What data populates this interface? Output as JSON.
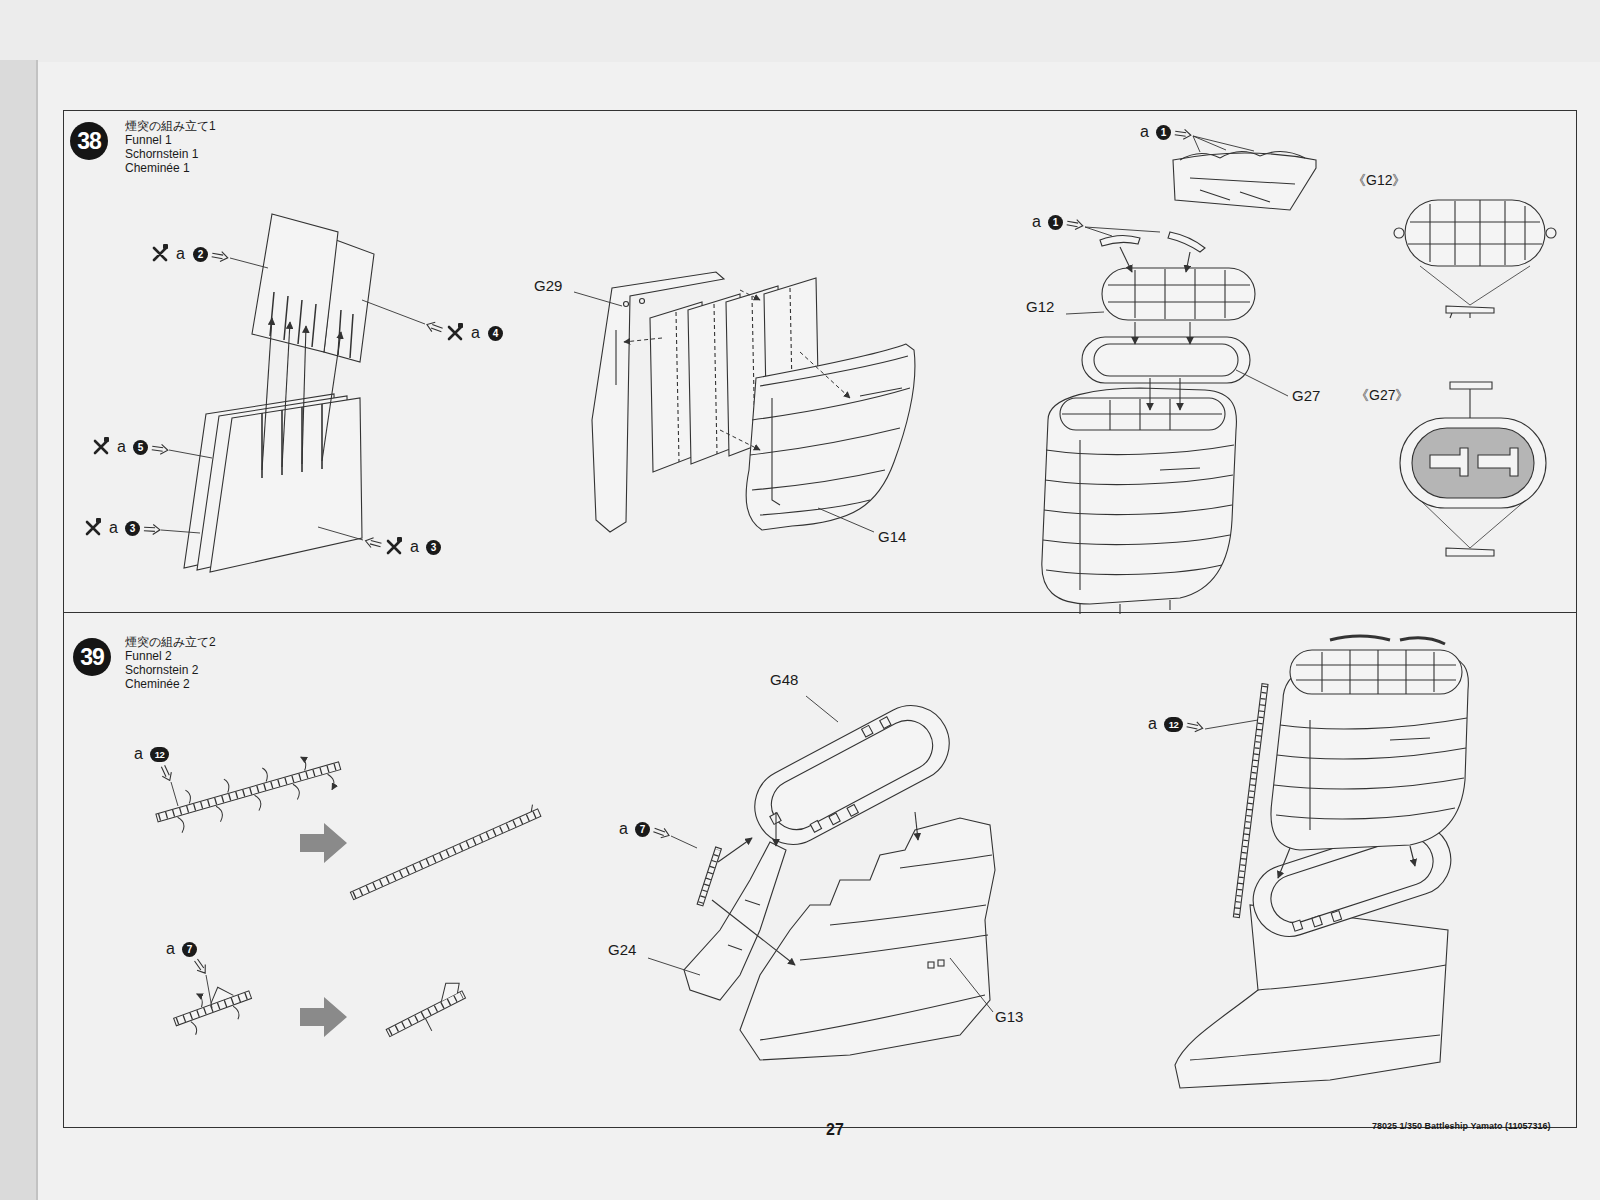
{
  "diagram": {
    "nodes": [
      {
        "text": [
          "煙突の組み立て1 Funnel 1 Schornstein 1 Cheminée 1"
        ]
      },
      {
        "text": [
          "38"
        ],
        "in": 0
      },
      {
        "text": [
          "煙突の組み立て2 Funnel 2 Schornstein 2 Cheminée 2"
        ]
      },
      {
        "text": [
          "39"
        ],
        "in": 2
      }
    ],
    "labels": [
      "a",
      "2",
      "a",
      "4",
      "a",
      "5",
      "a",
      "3",
      "a",
      "3",
      "G29",
      "G14",
      "a",
      "1",
      "a",
      "1",
      "G12",
      "G27",
      "《G12》",
      "《G27》",
      "a",
      "12",
      "a",
      "7",
      "G48",
      "a",
      "7",
      "G24",
      "G13",
      "a",
      "12",
      "27",
      "78025 1/350 Battleship Yamato (11057316)"
    ]
  }
}
